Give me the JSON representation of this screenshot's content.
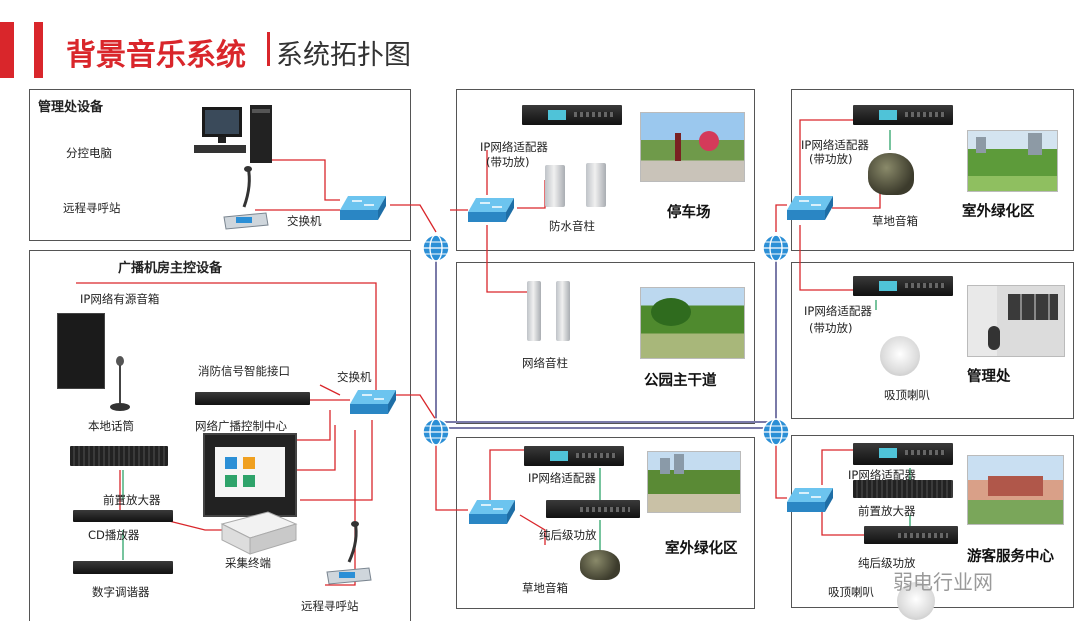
{
  "title": {
    "main": "背景音乐系统",
    "sub": "系统拓扑图"
  },
  "colors": {
    "accent": "#d9262b",
    "wire_red": "#d9262b",
    "wire_gray": "#7a7aa8",
    "switch_blue": "#3aa6dd"
  },
  "mgmt": {
    "title": "管理处设备",
    "items": [
      "分控电脑",
      "远程寻呼站"
    ],
    "switch": "交换机"
  },
  "control": {
    "title": "广播机房主控设备",
    "speaker": "IP网络有源音箱",
    "fire": "消防信号智能接口",
    "switch": "交换机",
    "mic": "本地话筒",
    "center": "网络广播控制中心",
    "preamp": "前置放大器",
    "cd": "CD播放器",
    "tuner": "数字调谐器",
    "collector": "采集终端",
    "paging": "远程寻呼站"
  },
  "parking": {
    "adapter": "IP网络适配器",
    "adapter_note": "(带功放)",
    "device": "防水音柱",
    "zone": "停车场"
  },
  "park_road": {
    "device": "网络音柱",
    "zone": "公园主干道"
  },
  "green_mid": {
    "adapter": "IP网络适配器",
    "amp": "纯后级功放",
    "device": "草地音箱",
    "zone": "室外绿化区"
  },
  "green_right": {
    "adapter": "IP网络适配器",
    "adapter_note": "(带功放)",
    "device": "草地音箱",
    "zone": "室外绿化区"
  },
  "office": {
    "adapter": "IP网络适配器",
    "adapter_note": "(带功放)",
    "device": "吸顶喇叭",
    "zone": "管理处"
  },
  "visitor": {
    "adapter": "IP网络适配器",
    "preamp": "前置放大器",
    "amp": "纯后级功放",
    "device": "吸顶喇叭",
    "zone": "游客服务中心"
  },
  "watermark": "弱电行业网",
  "icons": [
    "network-switch-icon",
    "globe-network-icon",
    "computer-icon",
    "microphone-icon",
    "speaker-icon"
  ]
}
